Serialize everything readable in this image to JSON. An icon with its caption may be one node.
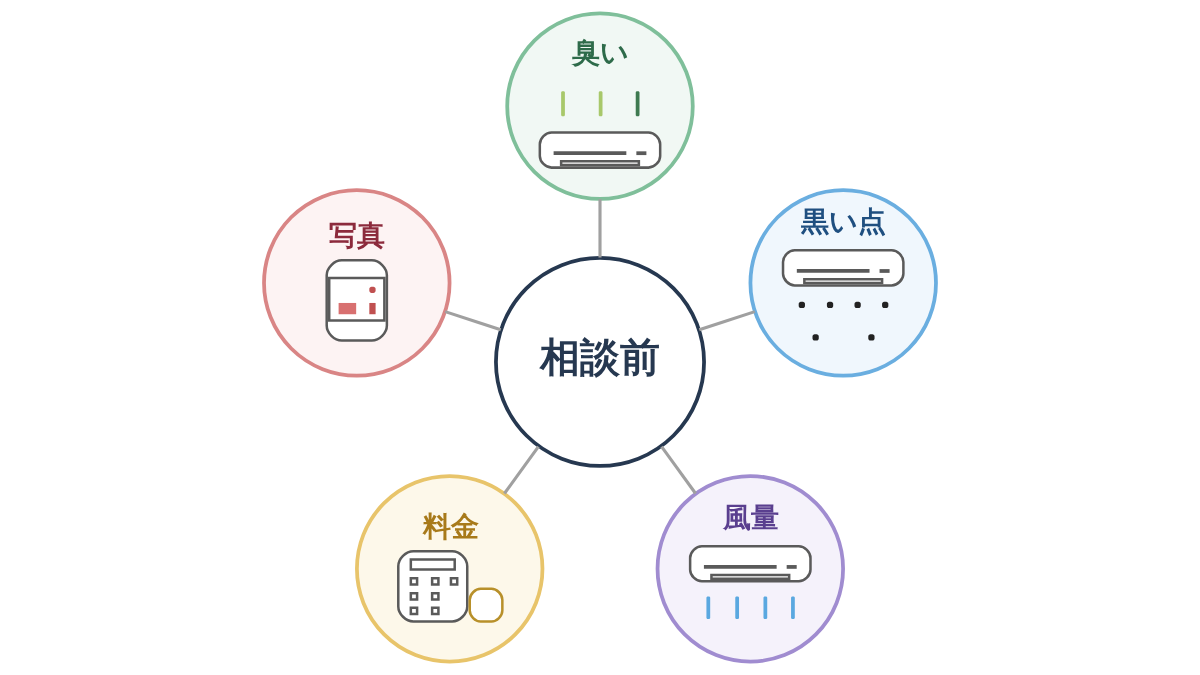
{
  "diagram": {
    "nodes": [
      {
        "text": [
          "臭い"
        ]
      },
      {
        "text": [
          "写真"
        ]
      },
      {
        "text": [
          "黒い点"
        ]
      },
      {
        "text": [
          "相談前"
        ]
      },
      {
        "text": [
          "料金"
        ]
      },
      {
        "text": [
          "風量"
        ]
      }
    ],
    "edges": [
      {
        "from": 3,
        "to": 0,
        "arrow": "none"
      },
      {
        "from": 3,
        "to": 1,
        "arrow": "none"
      },
      {
        "from": 3,
        "to": 2,
        "arrow": "none"
      },
      {
        "from": 3,
        "to": 4,
        "arrow": "none"
      },
      {
        "from": 3,
        "to": 5,
        "arrow": "none"
      }
    ]
  }
}
